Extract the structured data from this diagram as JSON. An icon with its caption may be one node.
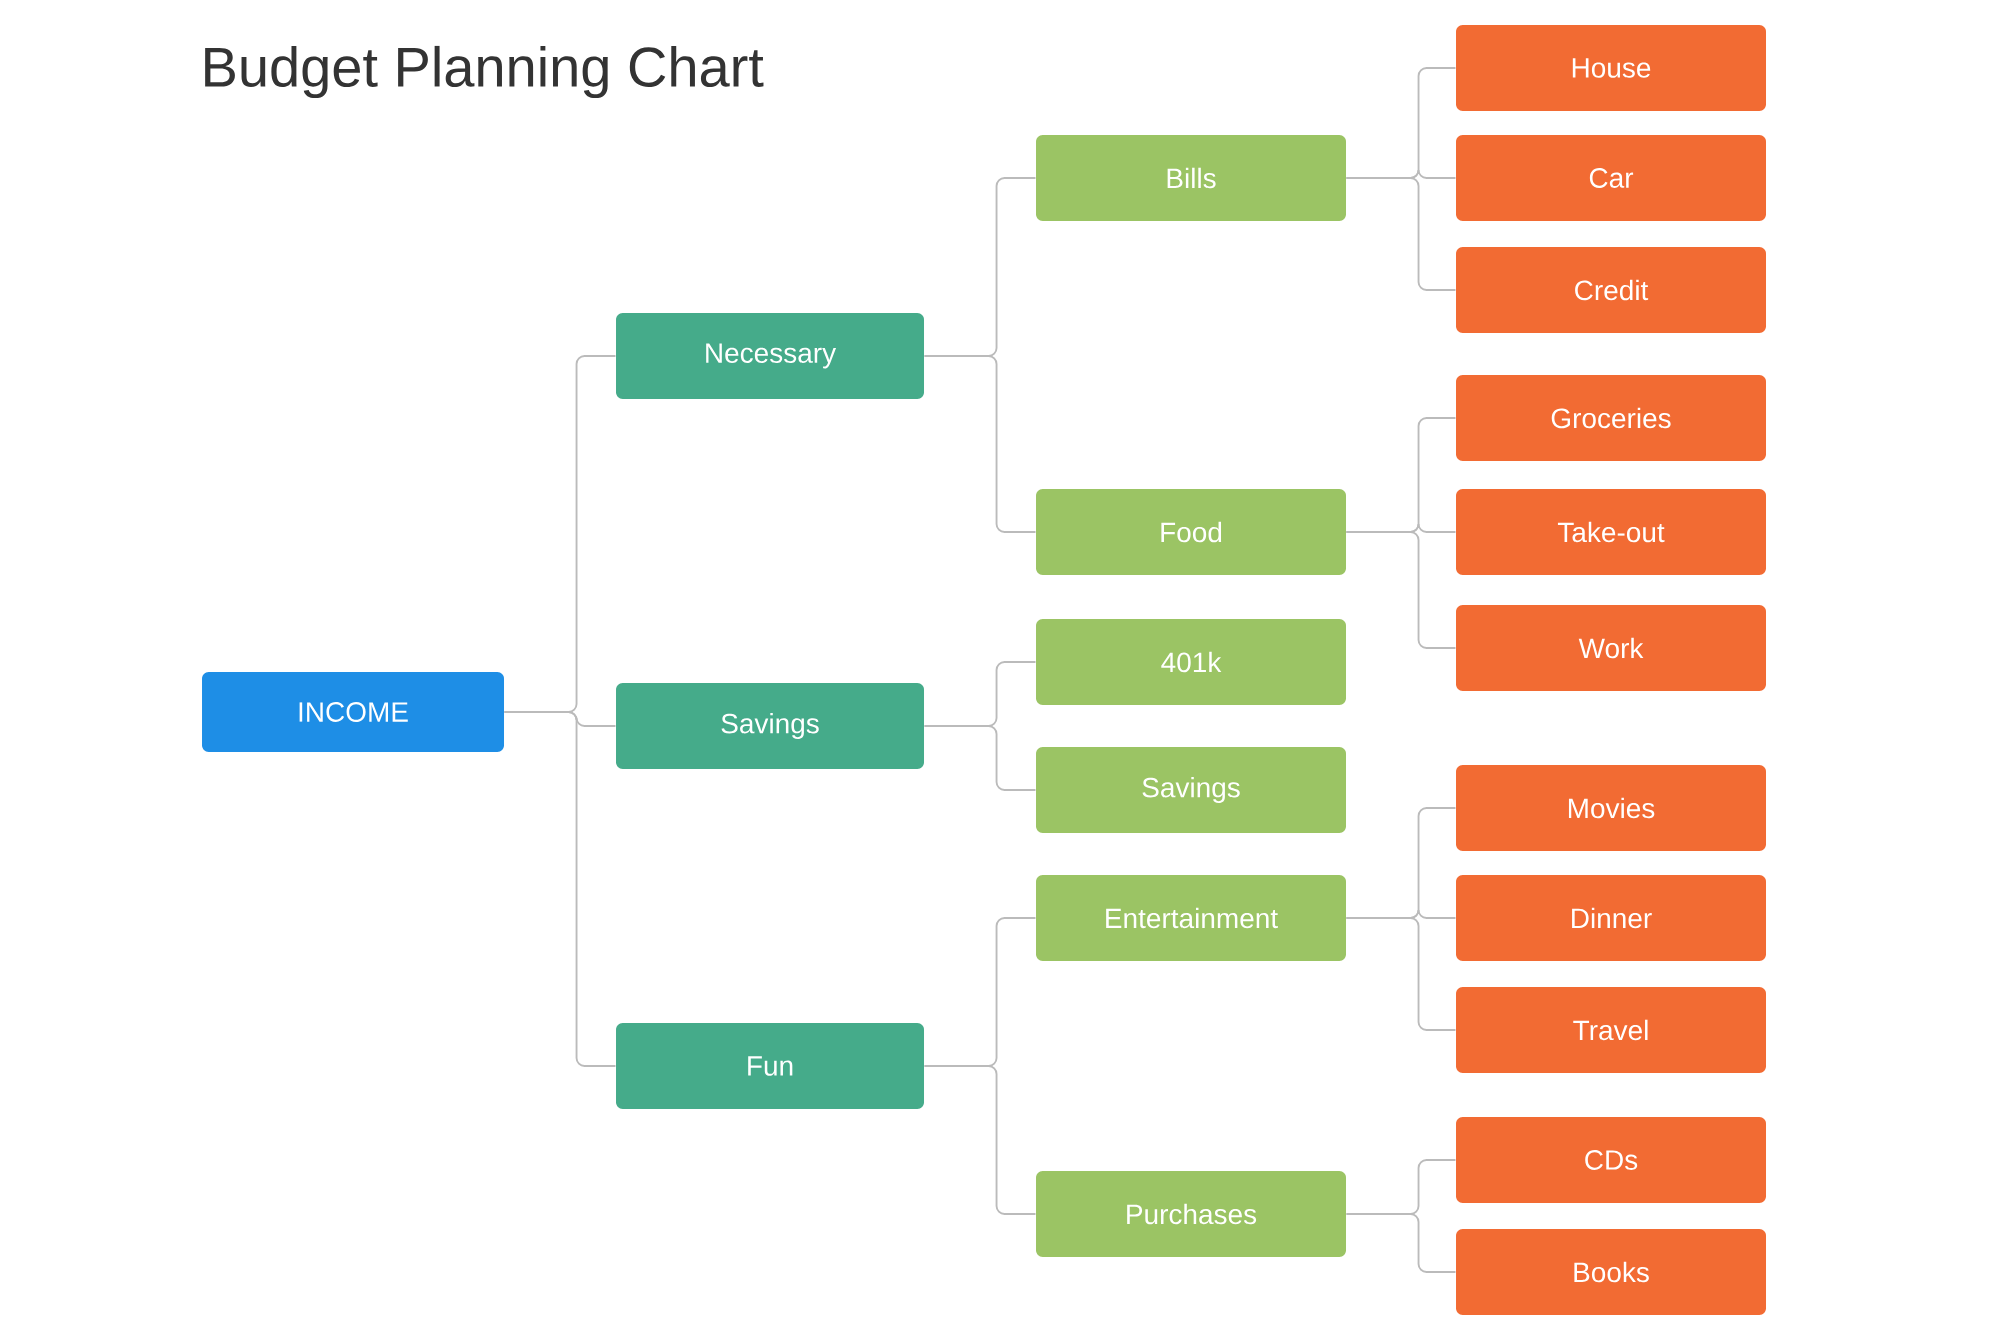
{
  "diagram": {
    "title": "Budget Planning Chart",
    "nodes": [
      {
        "text": [
          "INCOME"
        ]
      },
      {
        "text": [
          "Necessary"
        ]
      },
      {
        "text": [
          "Savings"
        ]
      },
      {
        "text": [
          "Fun"
        ]
      },
      {
        "text": [
          "Bills"
        ]
      },
      {
        "text": [
          "Food"
        ]
      },
      {
        "text": [
          "401k"
        ]
      },
      {
        "text": [
          "Savings"
        ]
      },
      {
        "text": [
          "Entertainment"
        ]
      },
      {
        "text": [
          "Purchases"
        ]
      },
      {
        "text": [
          "House"
        ]
      },
      {
        "text": [
          "Car"
        ]
      },
      {
        "text": [
          "Credit"
        ]
      },
      {
        "text": [
          "Groceries"
        ]
      },
      {
        "text": [
          "Take-out"
        ]
      },
      {
        "text": [
          "Work"
        ]
      },
      {
        "text": [
          "Movies"
        ]
      },
      {
        "text": [
          "Dinner"
        ]
      },
      {
        "text": [
          "Travel"
        ]
      },
      {
        "text": [
          "CDs"
        ]
      },
      {
        "text": [
          "Books"
        ]
      }
    ],
    "edges": [
      {
        "from": 0,
        "to": 1,
        "arrow": "none"
      },
      {
        "from": 0,
        "to": 2,
        "arrow": "none"
      },
      {
        "from": 0,
        "to": 3,
        "arrow": "none"
      },
      {
        "from": 1,
        "to": 4,
        "arrow": "none"
      },
      {
        "from": 1,
        "to": 5,
        "arrow": "none"
      },
      {
        "from": 2,
        "to": 6,
        "arrow": "none"
      },
      {
        "from": 2,
        "to": 7,
        "arrow": "none"
      },
      {
        "from": 3,
        "to": 8,
        "arrow": "none"
      },
      {
        "from": 3,
        "to": 9,
        "arrow": "none"
      },
      {
        "from": 4,
        "to": 10,
        "arrow": "none"
      },
      {
        "from": 4,
        "to": 11,
        "arrow": "none"
      },
      {
        "from": 4,
        "to": 12,
        "arrow": "none"
      },
      {
        "from": 5,
        "to": 13,
        "arrow": "none"
      },
      {
        "from": 5,
        "to": 14,
        "arrow": "none"
      },
      {
        "from": 5,
        "to": 15,
        "arrow": "none"
      },
      {
        "from": 8,
        "to": 16,
        "arrow": "none"
      },
      {
        "from": 8,
        "to": 17,
        "arrow": "none"
      },
      {
        "from": 8,
        "to": 18,
        "arrow": "none"
      },
      {
        "from": 9,
        "to": 19,
        "arrow": "none"
      },
      {
        "from": 9,
        "to": 20,
        "arrow": "none"
      }
    ]
  }
}
